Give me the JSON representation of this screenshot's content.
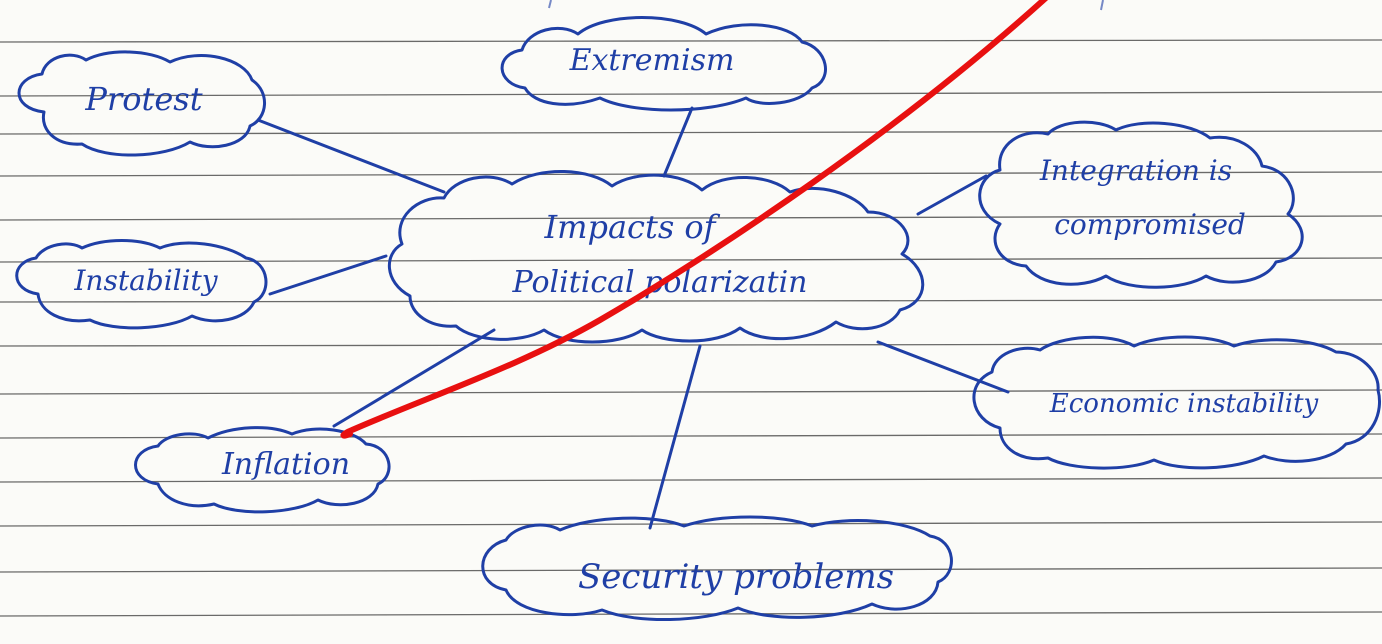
{
  "colors": {
    "paper": "#fbfbf8",
    "ruled_line": "#3a3a3a",
    "ink": "#1f3fa6",
    "red_mark": "#e81010"
  },
  "center": {
    "line1": "Impacts of",
    "line2": "Political polarizatin"
  },
  "nodes": {
    "extremism": "Extremism",
    "protest": "Protest",
    "instability": "Instability",
    "inflation": "Inflation",
    "integration": "Integration is",
    "integration_line2": "compromised",
    "economic": "Economic instability",
    "security": "Security problems"
  }
}
